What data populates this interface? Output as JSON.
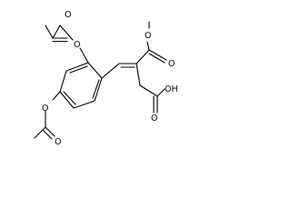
{
  "molecule": {
    "atom_labels": {
      "o_acetoxy_top_carbonyl": "O",
      "o_acetoxy_top_ester": "O",
      "o_acetoxy_bottom_ester": "O",
      "o_acetoxy_bottom_carbonyl": "O",
      "o_methyl_ester": "O",
      "o_methyl_ester_carbonyl": "O",
      "oh_carboxylic_acid": "OH",
      "o_carboxylic_acid_carbonyl": "O"
    }
  }
}
